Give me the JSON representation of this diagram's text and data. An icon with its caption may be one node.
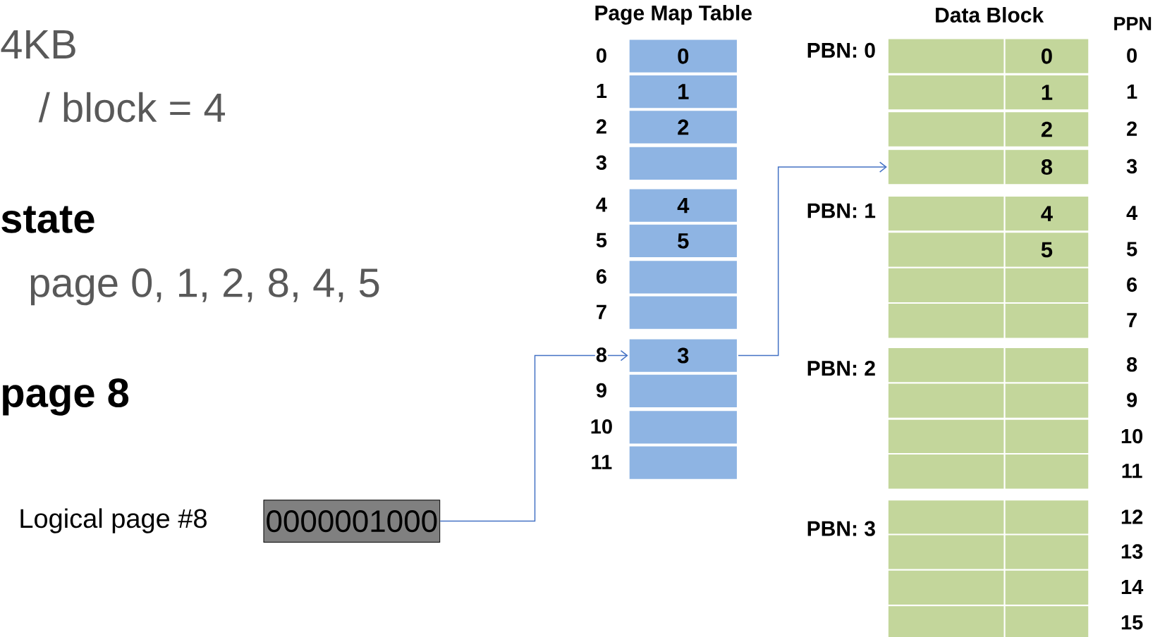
{
  "diagram": {
    "nodes": [
      {
        "text": [
          "0"
        ],
        "beside": [
          "0"
        ]
      },
      {
        "text": [
          "1"
        ],
        "beside": [
          "1"
        ]
      },
      {
        "text": [
          "2"
        ],
        "beside": [
          "2"
        ]
      },
      {
        "text": [],
        "shape": "box",
        "beside": [
          "3"
        ]
      },
      {
        "text": [
          "4"
        ],
        "beside": [
          "4"
        ]
      },
      {
        "text": [
          "5"
        ],
        "beside": [
          "5"
        ]
      },
      {
        "text": [],
        "shape": "box",
        "beside": [
          "6"
        ]
      },
      {
        "text": [],
        "shape": "box",
        "beside": [
          "7"
        ]
      },
      {
        "text": [
          "3"
        ],
        "beside": [
          "8"
        ]
      },
      {
        "text": [],
        "shape": "box",
        "beside": [
          "9"
        ]
      },
      {
        "text": [],
        "shape": "box",
        "beside": [
          "10"
        ]
      },
      {
        "text": [],
        "shape": "box",
        "beside": [
          "11"
        ]
      },
      {
        "text": [],
        "shape": "box"
      },
      {
        "text": [
          "0"
        ],
        "beside": [
          "0"
        ]
      },
      {
        "text": [],
        "shape": "box"
      },
      {
        "text": [
          "1"
        ],
        "beside": [
          "1"
        ]
      },
      {
        "text": [],
        "shape": "box"
      },
      {
        "text": [
          "2"
        ],
        "beside": [
          "2"
        ]
      },
      {
        "text": [],
        "shape": "box"
      },
      {
        "text": [
          "8"
        ],
        "beside": [
          "3"
        ]
      },
      {
        "text": [],
        "shape": "box"
      },
      {
        "text": [
          "4"
        ],
        "beside": [
          "4"
        ]
      },
      {
        "text": [],
        "shape": "box"
      },
      {
        "text": [
          "5"
        ],
        "beside": [
          "5"
        ]
      },
      {
        "text": [],
        "shape": "box"
      },
      {
        "text": [],
        "shape": "box",
        "beside": [
          "6"
        ]
      },
      {
        "text": [],
        "shape": "box"
      },
      {
        "text": [],
        "shape": "box",
        "beside": [
          "7"
        ]
      },
      {
        "text": [],
        "shape": "box"
      },
      {
        "text": [],
        "shape": "box",
        "beside": [
          "8"
        ]
      },
      {
        "text": [],
        "shape": "box"
      },
      {
        "text": [],
        "shape": "box",
        "beside": [
          "9"
        ]
      },
      {
        "text": [],
        "shape": "box"
      },
      {
        "text": [],
        "shape": "box",
        "beside": [
          "10"
        ]
      },
      {
        "text": [],
        "shape": "box"
      },
      {
        "text": [],
        "shape": "box",
        "beside": [
          "11"
        ]
      },
      {
        "text": [],
        "shape": "box"
      },
      {
        "text": [],
        "shape": "box",
        "beside": [
          "12"
        ]
      },
      {
        "text": [],
        "shape": "box"
      },
      {
        "text": [],
        "shape": "box",
        "beside": [
          "13"
        ]
      },
      {
        "text": [],
        "shape": "box"
      },
      {
        "text": [],
        "shape": "box",
        "beside": [
          "14"
        ]
      },
      {
        "text": [],
        "shape": "box"
      },
      {
        "text": [],
        "shape": "box",
        "beside": [
          "15"
        ]
      },
      {
        "text": [
          "0000001000"
        ],
        "beside": [
          "Logical page #8"
        ]
      }
    ],
    "edges": [
      {
        "from": 44,
        "to": 8,
        "arrow": "to"
      },
      {
        "from": 8,
        "to": 18,
        "arrow": "to"
      }
    ],
    "labels": [
      "4KB",
      "/ block = 4",
      "state",
      "page 0, 1, 2, 8, 4, 5",
      "page 8",
      "Page Map Table",
      "Data Block",
      "PPN",
      "PBN: 0",
      "PBN: 1",
      "PBN: 2",
      "PBN: 3"
    ]
  }
}
